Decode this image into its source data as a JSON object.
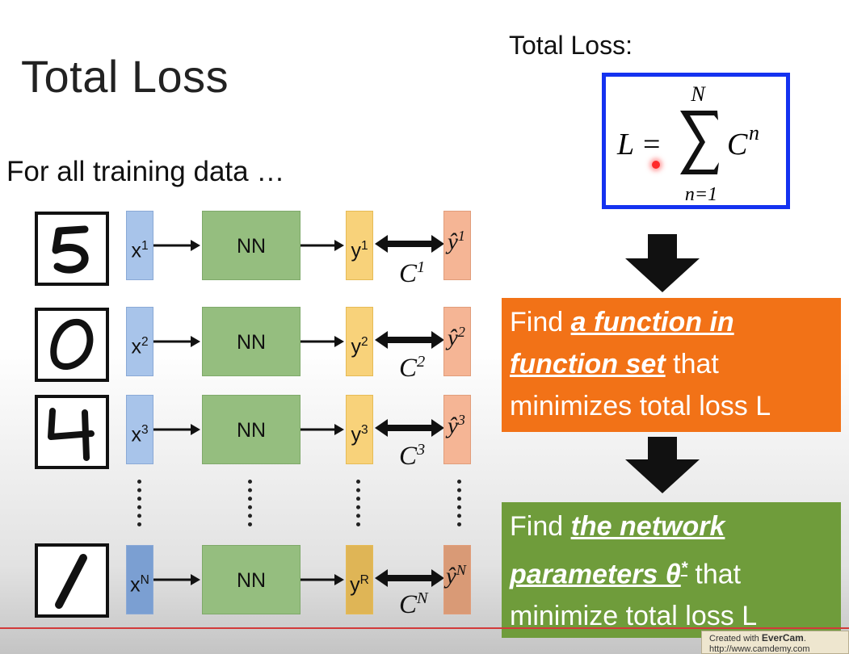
{
  "slide": {
    "title": "Total Loss",
    "subtitle": "For all training data …"
  },
  "formula": {
    "heading": "Total Loss:",
    "lhs": "L",
    "equals": "=",
    "sum_upper": "N",
    "sum_lower": "n=1",
    "term_base": "C",
    "term_exp": "n"
  },
  "rows": [
    {
      "digit": "5",
      "x": "x",
      "x_sup": "1",
      "nn": "NN",
      "y": "y",
      "y_sup": "1",
      "c": "C",
      "c_sup": "1",
      "yhat": "ŷ",
      "yhat_sup": "1"
    },
    {
      "digit": "0",
      "x": "x",
      "x_sup": "2",
      "nn": "NN",
      "y": "y",
      "y_sup": "2",
      "c": "C",
      "c_sup": "2",
      "yhat": "ŷ",
      "yhat_sup": "2"
    },
    {
      "digit": "4",
      "x": "x",
      "x_sup": "3",
      "nn": "NN",
      "y": "y",
      "y_sup": "3",
      "c": "C",
      "c_sup": "3",
      "yhat": "ŷ",
      "yhat_sup": "3"
    },
    {
      "digit": "1",
      "x": "x",
      "x_sup": "N",
      "nn": "NN",
      "y": "y",
      "y_sup": "R",
      "c": "C",
      "c_sup": "N",
      "yhat": "ŷ",
      "yhat_sup": "N"
    }
  ],
  "steps": {
    "orange": {
      "pre": "Find ",
      "em1": "a function in",
      "em2": "function set",
      "post1": " that",
      "line3": "minimizes total loss L"
    },
    "green": {
      "pre": "Find ",
      "em1": "the network",
      "em2": "parameters θ",
      "em2_sup": "*",
      "post1": " that",
      "line3": "minimize total loss L"
    }
  },
  "watermark": {
    "line1_pre": "Created with ",
    "line1_brand": "EverCam",
    "line1_post": ".",
    "line2": "http://www.camdemy.com"
  },
  "colors": {
    "formula_border": "#1432f0",
    "orange_banner": "#f27217",
    "green_banner": "#6f9c3b",
    "x_box": "#a8c4ea",
    "nn_box": "#95be7f",
    "y_box": "#f8d27a",
    "yhat_box": "#f5b595"
  }
}
